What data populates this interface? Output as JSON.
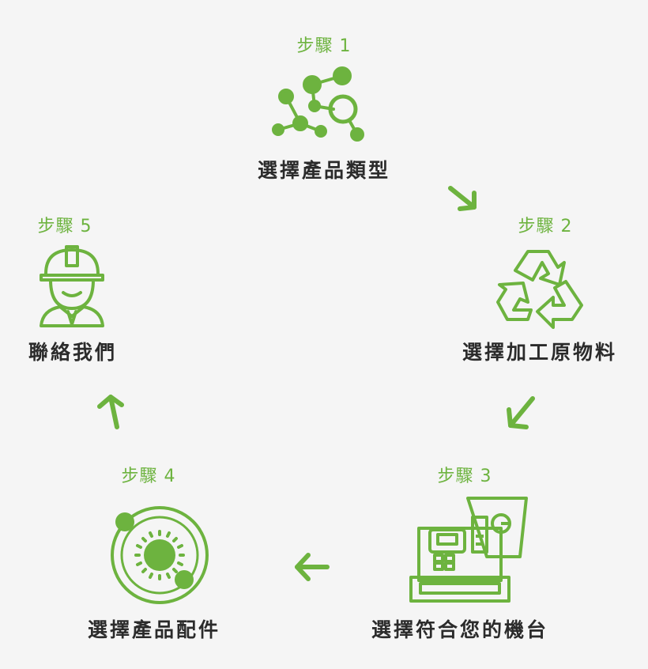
{
  "colors": {
    "accent": "#6db33f",
    "text": "#2b2b2b",
    "background": "#f5f5f5"
  },
  "steps": [
    {
      "label": "步驟 1",
      "title": "選擇產品類型",
      "icon": "molecule-network-icon"
    },
    {
      "label": "步驟 2",
      "title": "選擇加工原物料",
      "icon": "recycle-icon"
    },
    {
      "label": "步驟 3",
      "title": "選擇符合您的機台",
      "icon": "machine-icon"
    },
    {
      "label": "步驟 4",
      "title": "選擇產品配件",
      "icon": "orbit-sun-icon"
    },
    {
      "label": "步驟 5",
      "title": "聯絡我們",
      "icon": "worker-helmet-icon"
    }
  ],
  "arrows": [
    "arrow-down-right-icon",
    "arrow-down-left-icon",
    "arrow-left-icon",
    "arrow-up-icon"
  ]
}
